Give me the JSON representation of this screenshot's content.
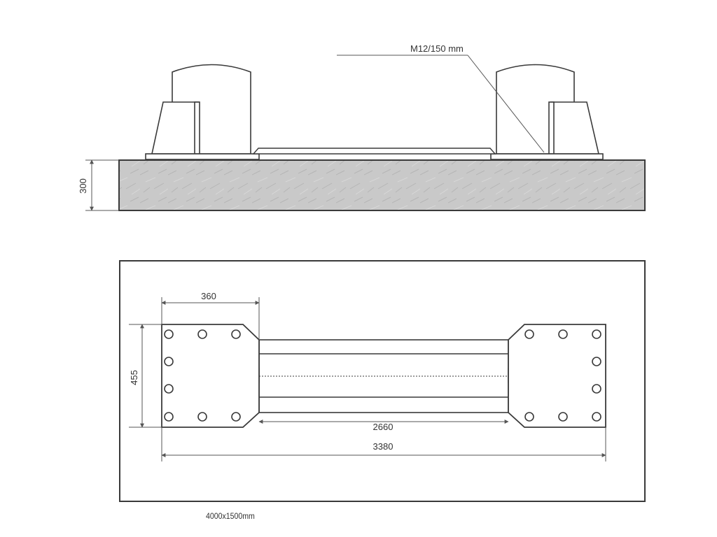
{
  "elevation": {
    "height_label": "300",
    "anchor_label": "M12/150 mm"
  },
  "plan": {
    "plate_width_label": "360",
    "plate_depth_label": "455",
    "inner_span_label": "2660",
    "overall_span_label": "3380"
  },
  "foundation": {
    "size_label": "4000x1500mm"
  },
  "colors": {
    "line": "#3a3a3a",
    "concrete": "#c8c8c8",
    "dim_line": "#555555"
  }
}
